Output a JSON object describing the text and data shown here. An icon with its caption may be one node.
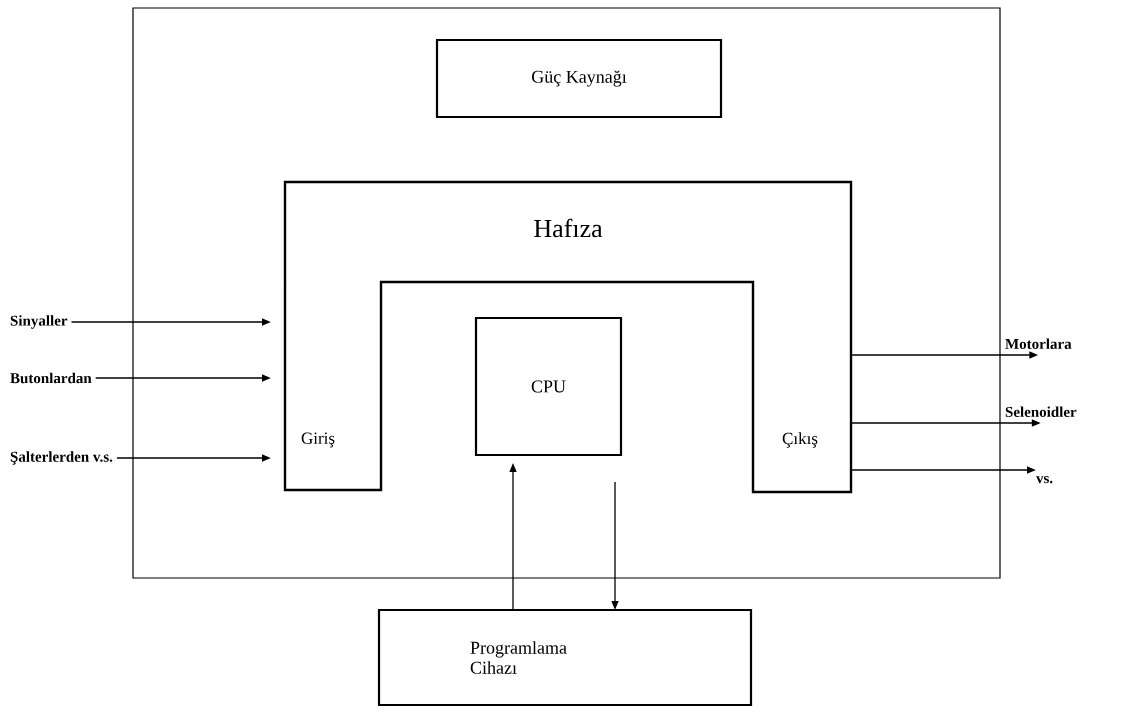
{
  "diagram": {
    "nodes": [
      {
        "text": [],
        "shape": "box"
      },
      {
        "text": [
          "Güç Kaynağı"
        ],
        "in": 0
      },
      {
        "text": [
          "Hafıza",
          "Giriş",
          "Çıkış"
        ],
        "in": 0
      },
      {
        "text": [
          "CPU"
        ],
        "in": 0
      },
      {
        "text": [
          "Programlama Cihazı"
        ]
      },
      {
        "text": [
          "Sinyaller"
        ]
      },
      {
        "text": [
          "Butonlardan"
        ]
      },
      {
        "text": [
          "Şalterlerden v.s."
        ]
      },
      {
        "text": [
          "Motorlara"
        ]
      },
      {
        "text": [
          "Selenoidler"
        ]
      },
      {
        "text": [
          "vs."
        ]
      }
    ],
    "edges": [
      {
        "from": 5,
        "to": 2,
        "arrow": "to"
      },
      {
        "from": 6,
        "to": 2,
        "arrow": "to"
      },
      {
        "from": 7,
        "to": 2,
        "arrow": "to"
      },
      {
        "from": 2,
        "to": 8,
        "arrow": "to"
      },
      {
        "from": 2,
        "to": 9,
        "arrow": "to"
      },
      {
        "from": 2,
        "to": 10,
        "arrow": "to"
      },
      {
        "from": 4,
        "to": 3,
        "arrow": "to"
      },
      {
        "from": 3,
        "to": 4,
        "arrow": "to"
      }
    ]
  }
}
